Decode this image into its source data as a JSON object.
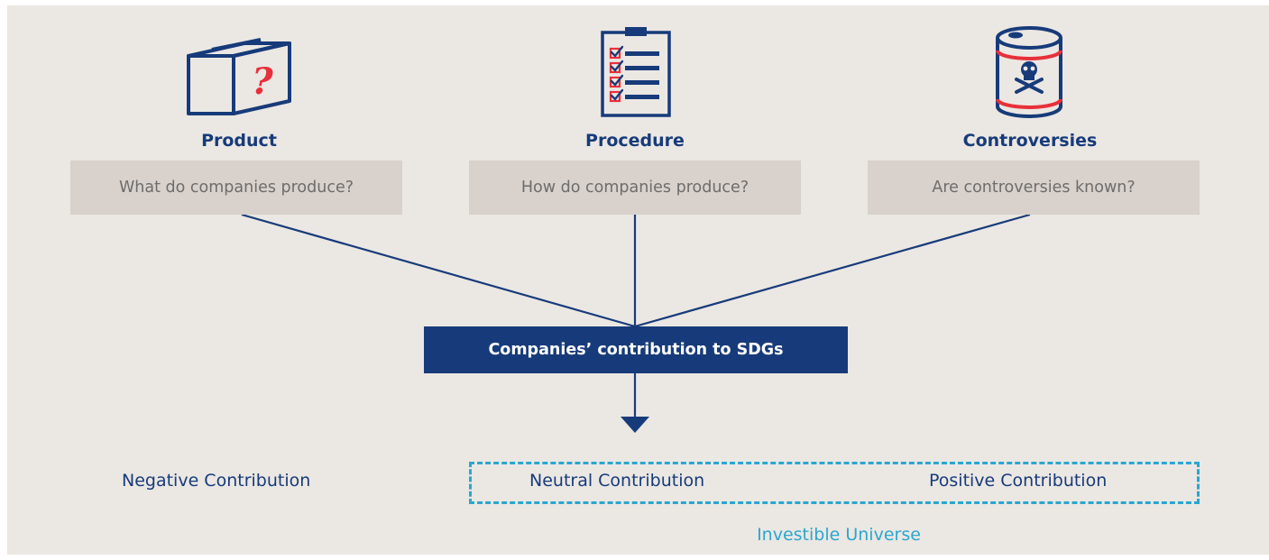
{
  "pillars": [
    {
      "heading": "Product",
      "question": "What do companies produce?",
      "icon": "box-question-icon"
    },
    {
      "heading": "Procedure",
      "question": "How do companies produce?",
      "icon": "clipboard-checklist-icon"
    },
    {
      "heading": "Controversies",
      "question": "Are controversies known?",
      "icon": "toxic-barrel-icon"
    }
  ],
  "center": {
    "label": "Companies’ contribution to SDGs"
  },
  "outcomes": {
    "negative": "Negative Contribution",
    "neutral": "Neutral Contribution",
    "positive": "Positive Contribution",
    "universe": "Investible Universe"
  },
  "colors": {
    "navy": "#173b7a",
    "red": "#e8303a",
    "cyan": "#2aa7cf",
    "background": "#ebe7e3",
    "question_box": "#d9d1cb"
  }
}
